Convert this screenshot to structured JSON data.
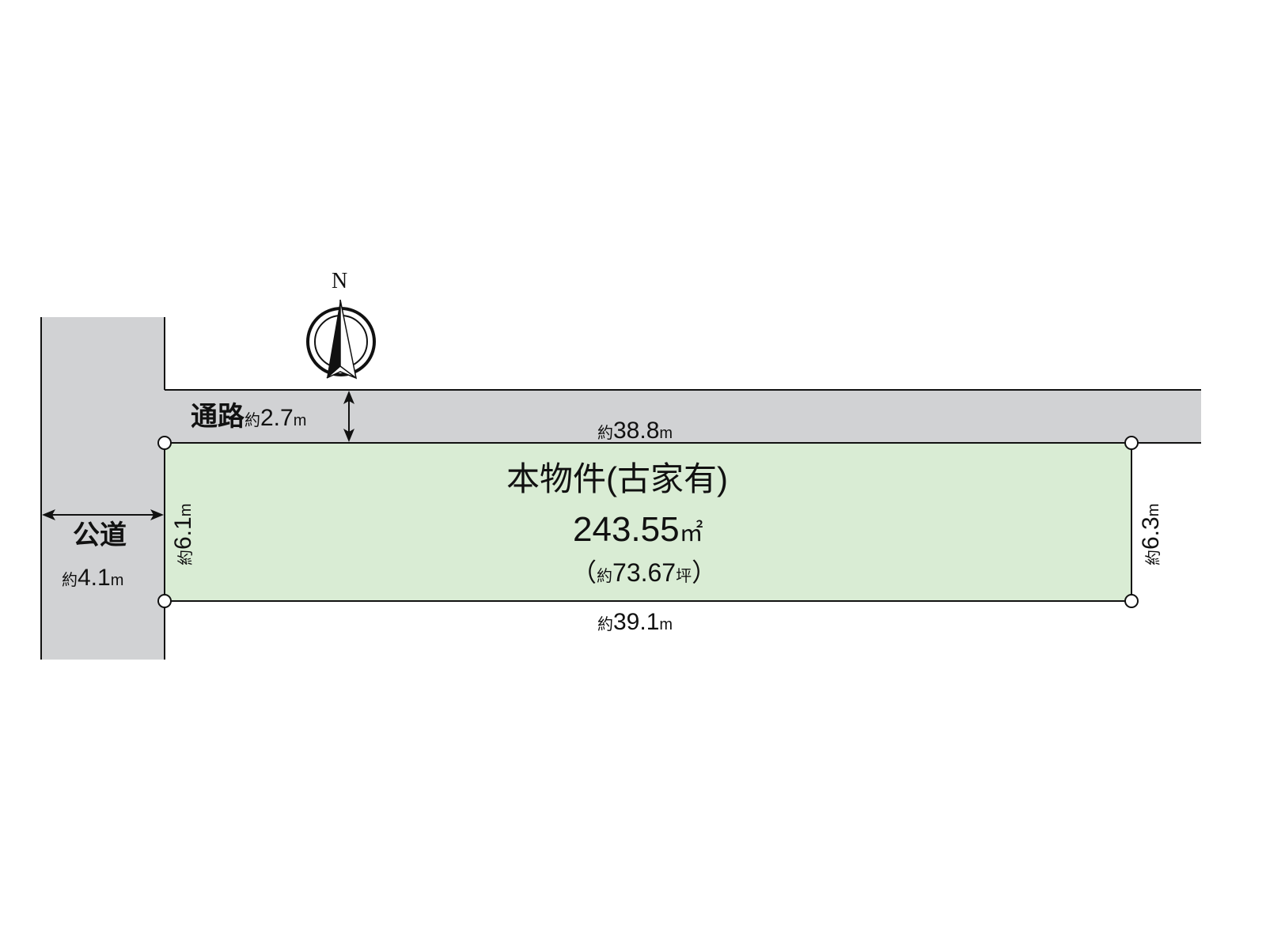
{
  "compass": {
    "label": "N"
  },
  "roads": {
    "public_road": {
      "name": "公道",
      "width_prefix": "約",
      "width_value": "4.1",
      "width_unit": "m"
    },
    "passage": {
      "name": "通路",
      "width_prefix": "約",
      "width_value": "2.7",
      "width_unit": "m"
    }
  },
  "property": {
    "title": "本物件(古家有)",
    "area": "243.55",
    "area_unit": "㎡",
    "tsubo_open": "（",
    "tsubo_prefix": "約",
    "tsubo_value": "73.67",
    "tsubo_unit": "坪",
    "tsubo_close": "）"
  },
  "dimensions": {
    "top": {
      "prefix": "約",
      "value": "38.8",
      "unit": "m"
    },
    "bottom": {
      "prefix": "約",
      "value": "39.1",
      "unit": "m"
    },
    "left": {
      "prefix": "約",
      "value": "6.1",
      "unit": "m"
    },
    "right": {
      "prefix": "約",
      "value": "6.3",
      "unit": "m"
    }
  },
  "colors": {
    "road": "#d1d2d4",
    "property": "#d9ecd4",
    "line": "#111111"
  }
}
